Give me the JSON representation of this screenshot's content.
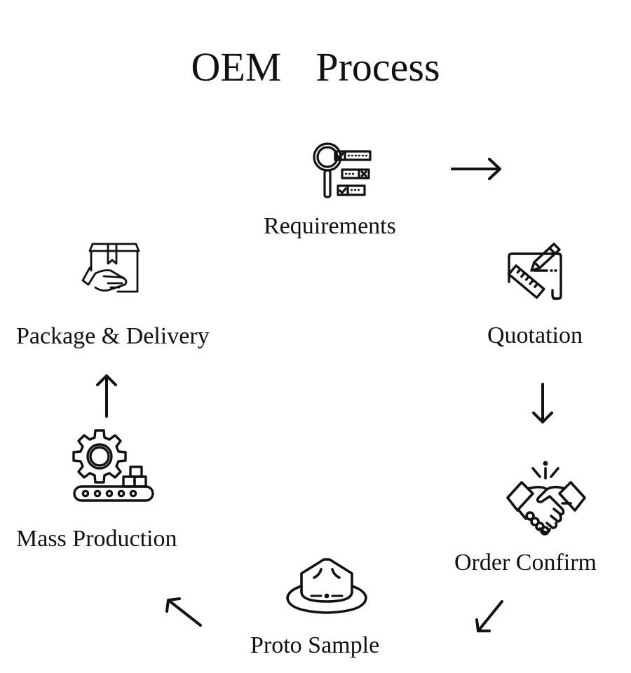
{
  "title": "OEM  Process",
  "colors": {
    "ink": "#111111",
    "background": "#ffffff"
  },
  "steps": [
    {
      "id": "requirements",
      "label": "Requirements",
      "icon": "magnifier-checklist-icon"
    },
    {
      "id": "quotation",
      "label": "Quotation",
      "icon": "drawing-ruler-pencil-icon"
    },
    {
      "id": "order-confirm",
      "label": "Order Confirm",
      "icon": "handshake-icon"
    },
    {
      "id": "proto-sample",
      "label": "Proto Sample",
      "icon": "hat-icon"
    },
    {
      "id": "mass-production",
      "label": "Mass Production",
      "icon": "gear-conveyor-icon"
    },
    {
      "id": "package-delivery",
      "label": "Package & Delivery",
      "icon": "box-hand-icon"
    }
  ],
  "arrows": [
    {
      "from": "Requirements",
      "to": "Quotation",
      "direction": "right"
    },
    {
      "from": "Quotation",
      "to": "Order Confirm",
      "direction": "down"
    },
    {
      "from": "Order Confirm",
      "to": "Proto Sample",
      "direction": "down-left"
    },
    {
      "from": "Proto Sample",
      "to": "Mass Production",
      "direction": "up-left"
    },
    {
      "from": "Mass Production",
      "to": "Package & Delivery",
      "direction": "up"
    }
  ]
}
